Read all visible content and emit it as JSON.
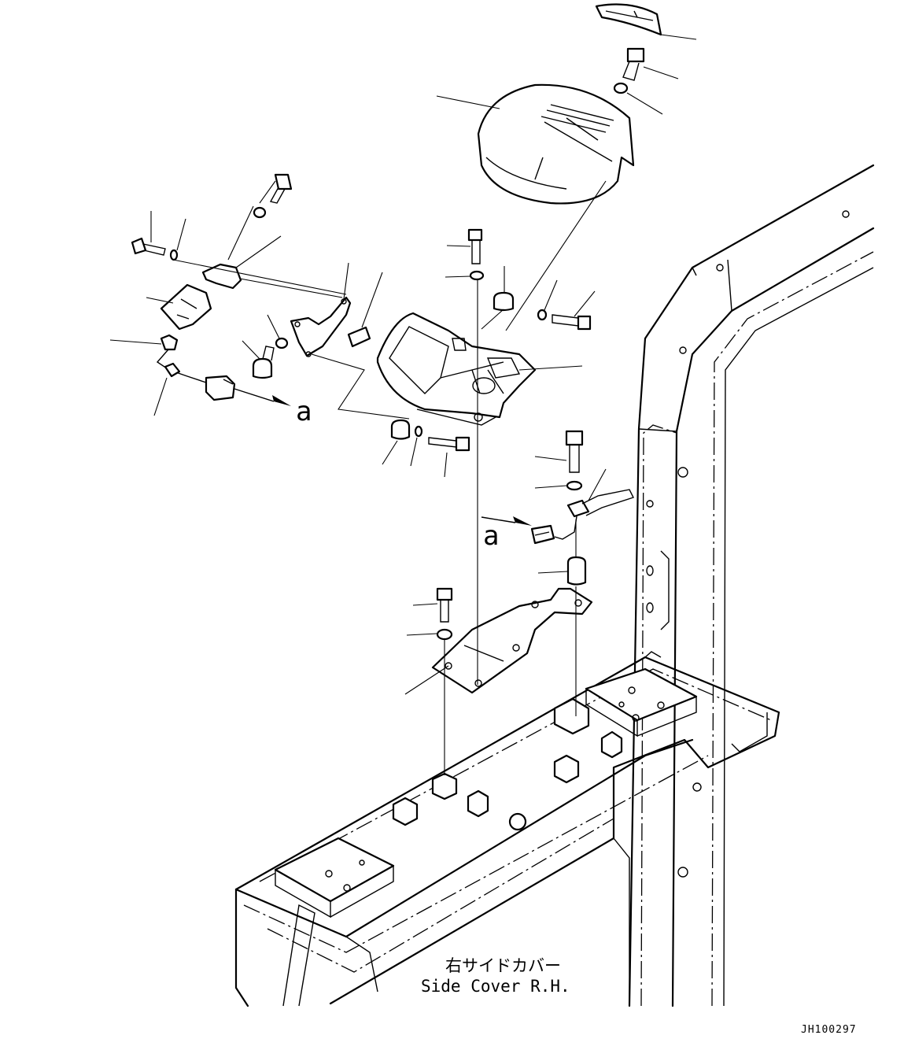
{
  "labels": {
    "side_cover_jp": "右サイドカバー",
    "side_cover_en": "Side Cover R.H.",
    "connector_mark_1": "a",
    "connector_mark_2": "a",
    "drawing_id": "JH100297"
  }
}
